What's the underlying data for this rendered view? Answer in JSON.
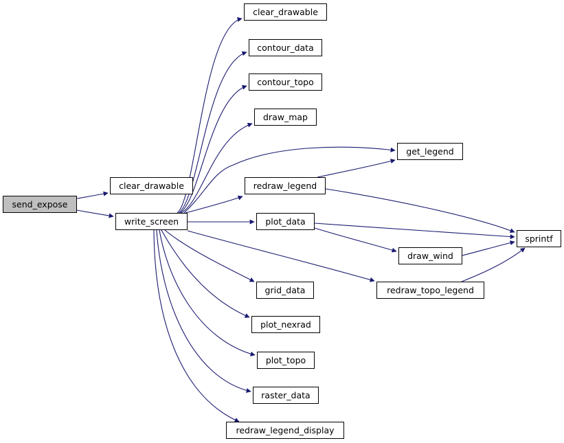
{
  "colors": {
    "edge": "#191970",
    "root_fill": "#bfbfbf",
    "node_fill": "#ffffff",
    "node_border": "#000000"
  },
  "nodes": {
    "send_expose": "send_expose",
    "clear_drawable_a": "clear_drawable",
    "write_screen": "write_screen",
    "clear_drawable_b": "clear_drawable",
    "contour_data": "contour_data",
    "contour_topo": "contour_topo",
    "draw_map": "draw_map",
    "get_legend": "get_legend",
    "redraw_legend": "redraw_legend",
    "plot_data": "plot_data",
    "sprintf": "sprintf",
    "draw_wind": "draw_wind",
    "grid_data": "grid_data",
    "redraw_topo_legend": "redraw_topo_legend",
    "plot_nexrad": "plot_nexrad",
    "plot_topo": "plot_topo",
    "raster_data": "raster_data",
    "redraw_legend_display": "redraw_legend_display"
  },
  "edges": [
    [
      "send_expose",
      "clear_drawable_a"
    ],
    [
      "send_expose",
      "write_screen"
    ],
    [
      "write_screen",
      "clear_drawable_b"
    ],
    [
      "write_screen",
      "contour_data"
    ],
    [
      "write_screen",
      "contour_topo"
    ],
    [
      "write_screen",
      "draw_map"
    ],
    [
      "write_screen",
      "get_legend"
    ],
    [
      "write_screen",
      "redraw_legend"
    ],
    [
      "write_screen",
      "plot_data"
    ],
    [
      "write_screen",
      "redraw_topo_legend"
    ],
    [
      "write_screen",
      "grid_data"
    ],
    [
      "write_screen",
      "plot_nexrad"
    ],
    [
      "write_screen",
      "plot_topo"
    ],
    [
      "write_screen",
      "raster_data"
    ],
    [
      "write_screen",
      "redraw_legend_display"
    ],
    [
      "redraw_legend",
      "get_legend"
    ],
    [
      "redraw_legend",
      "sprintf"
    ],
    [
      "plot_data",
      "sprintf"
    ],
    [
      "plot_data",
      "draw_wind"
    ],
    [
      "draw_wind",
      "sprintf"
    ],
    [
      "redraw_topo_legend",
      "sprintf"
    ]
  ]
}
